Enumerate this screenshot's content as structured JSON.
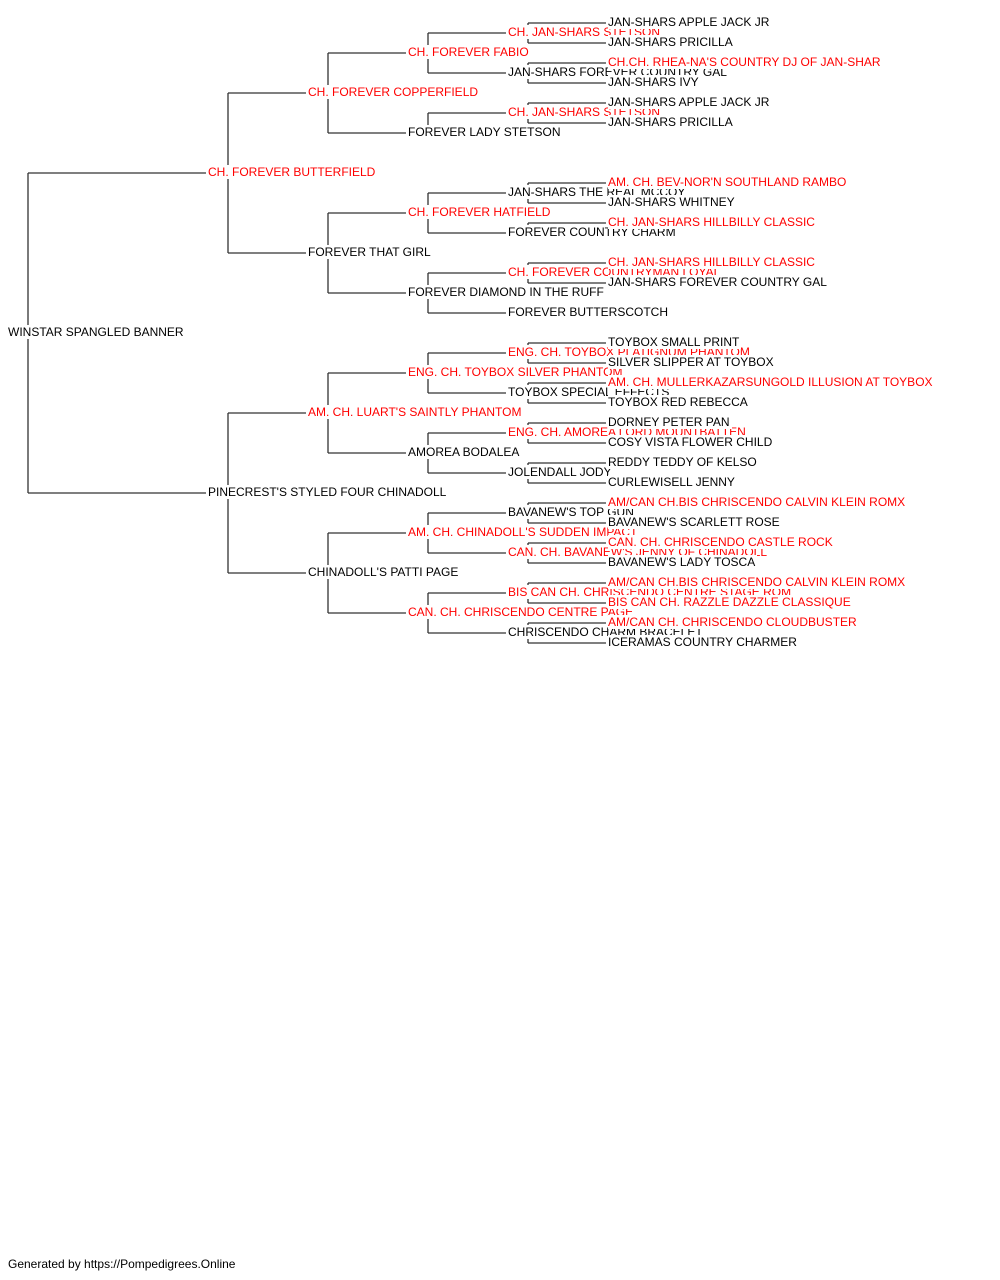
{
  "pedigree": {
    "subject": {
      "name": "WINSTAR SPANGLED BANNER",
      "champion": false
    },
    "sire": {
      "name": "CH. FOREVER BUTTERFIELD",
      "champion": true
    },
    "dam": {
      "name": "PINECREST'S STYLED FOUR CHINADOLL",
      "champion": false
    },
    "generation3": [
      {
        "name": "CH. FOREVER COPPERFIELD",
        "champion": true
      },
      {
        "name": "FOREVER THAT GIRL",
        "champion": false
      },
      {
        "name": "AM. CH. LUART'S SAINTLY PHANTOM",
        "champion": true
      },
      {
        "name": "CHINADOLL'S PATTI PAGE",
        "champion": false
      }
    ],
    "generation4": [
      {
        "name": "CH. FOREVER FABIO",
        "champion": true
      },
      {
        "name": "FOREVER LADY STETSON",
        "champion": false
      },
      {
        "name": "CH. FOREVER HATFIELD",
        "champion": true
      },
      {
        "name": "FOREVER DIAMOND IN THE RUFF",
        "champion": false
      },
      {
        "name": "ENG. CH. TOYBOX SILVER PHANTOM",
        "champion": true
      },
      {
        "name": "AMOREA BODALEA",
        "champion": false
      },
      {
        "name": "AM. CH. CHINADOLL'S SUDDEN IMPACT",
        "champion": true
      },
      {
        "name": "CAN. CH. CHRISCENDO CENTRE PAGE",
        "champion": true
      }
    ],
    "generation5": [
      {
        "name": "CH. JAN-SHARS STETSON",
        "champion": true
      },
      {
        "name": "JAN-SHARS FOREVER COUNTRY GAL",
        "champion": false
      },
      {
        "name": "CH. JAN-SHARS STETSON",
        "champion": true
      },
      null,
      {
        "name": "JAN-SHARS THE REAL MCCOY",
        "champion": false
      },
      {
        "name": "FOREVER COUNTRY CHARM",
        "champion": false
      },
      {
        "name": "CH. FOREVER COUNTRYMAN LOYAL",
        "champion": true
      },
      {
        "name": "FOREVER BUTTERSCOTCH",
        "champion": false
      },
      {
        "name": "ENG. CH. TOYBOX PLATIGNUM PHANTOM",
        "champion": true
      },
      {
        "name": "TOYBOX SPECIAL EFFECTS",
        "champion": false
      },
      {
        "name": "ENG. CH. AMOREA LORD MOUNTBATTEN",
        "champion": true
      },
      {
        "name": "JOLENDALL JODY",
        "champion": false
      },
      {
        "name": "BAVANEW'S TOP GUN",
        "champion": false
      },
      {
        "name": "CAN. CH. BAVANEW'S JENNY OF CHINADOLL",
        "champion": true
      },
      {
        "name": "BIS CAN CH. CHRISCENDO CENTRE STAGE ROM",
        "champion": true
      },
      {
        "name": "CHRISCENDO CHARM BRACELET",
        "champion": false
      }
    ],
    "generation6": [
      {
        "name": "JAN-SHARS APPLE JACK JR",
        "champion": false
      },
      {
        "name": "JAN-SHARS PRICILLA",
        "champion": false
      },
      {
        "name": "CH.CH. RHEA-NA'S COUNTRY DJ OF JAN-SHAR",
        "champion": true
      },
      {
        "name": "JAN-SHARS IVY",
        "champion": false
      },
      {
        "name": "JAN-SHARS APPLE JACK JR",
        "champion": false
      },
      {
        "name": "JAN-SHARS PRICILLA",
        "champion": false
      },
      null,
      null,
      {
        "name": "AM. CH. BEV-NOR'N SOUTHLAND RAMBO",
        "champion": true
      },
      {
        "name": "JAN-SHARS WHITNEY",
        "champion": false
      },
      {
        "name": "CH. JAN-SHARS HILLBILLY CLASSIC",
        "champion": true
      },
      null,
      {
        "name": "CH. JAN-SHARS HILLBILLY CLASSIC",
        "champion": true
      },
      {
        "name": "JAN-SHARS FOREVER COUNTRY GAL",
        "champion": false
      },
      null,
      null,
      {
        "name": "TOYBOX SMALL PRINT",
        "champion": false
      },
      {
        "name": "SILVER SLIPPER AT TOYBOX",
        "champion": false
      },
      {
        "name": "AM. CH. MULLERKAZARSUNGOLD ILLUSION AT TOYBOX",
        "champion": true
      },
      {
        "name": "TOYBOX RED REBECCA",
        "champion": false
      },
      {
        "name": "DORNEY PETER PAN",
        "champion": false
      },
      {
        "name": "COSY VISTA FLOWER CHILD",
        "champion": false
      },
      {
        "name": "REDDY TEDDY OF KELSO",
        "champion": false
      },
      {
        "name": "CURLEWISELL JENNY",
        "champion": false
      },
      {
        "name": "AM/CAN CH.BIS CHRISCENDO CALVIN KLEIN ROMX",
        "champion": true
      },
      {
        "name": "BAVANEW'S SCARLETT ROSE",
        "champion": false
      },
      {
        "name": "CAN. CH. CHRISCENDO CASTLE ROCK",
        "champion": true
      },
      {
        "name": "BAVANEW'S LADY TOSCA",
        "champion": false
      },
      {
        "name": "AM/CAN CH.BIS CHRISCENDO CALVIN KLEIN ROMX",
        "champion": true
      },
      {
        "name": "BIS CAN CH. RAZZLE DAZZLE CLASSIQUE",
        "champion": true
      },
      {
        "name": "AM/CAN CH. CHRISCENDO CLOUDBUSTER",
        "champion": true
      },
      {
        "name": "ICERAMAS COUNTRY CHARMER",
        "champion": false
      }
    ]
  },
  "colors": {
    "champion": "#ff0000",
    "regular": "#000000",
    "connector": "#333333"
  },
  "footer": {
    "text": "Generated by https://Pompedigrees.Online"
  }
}
